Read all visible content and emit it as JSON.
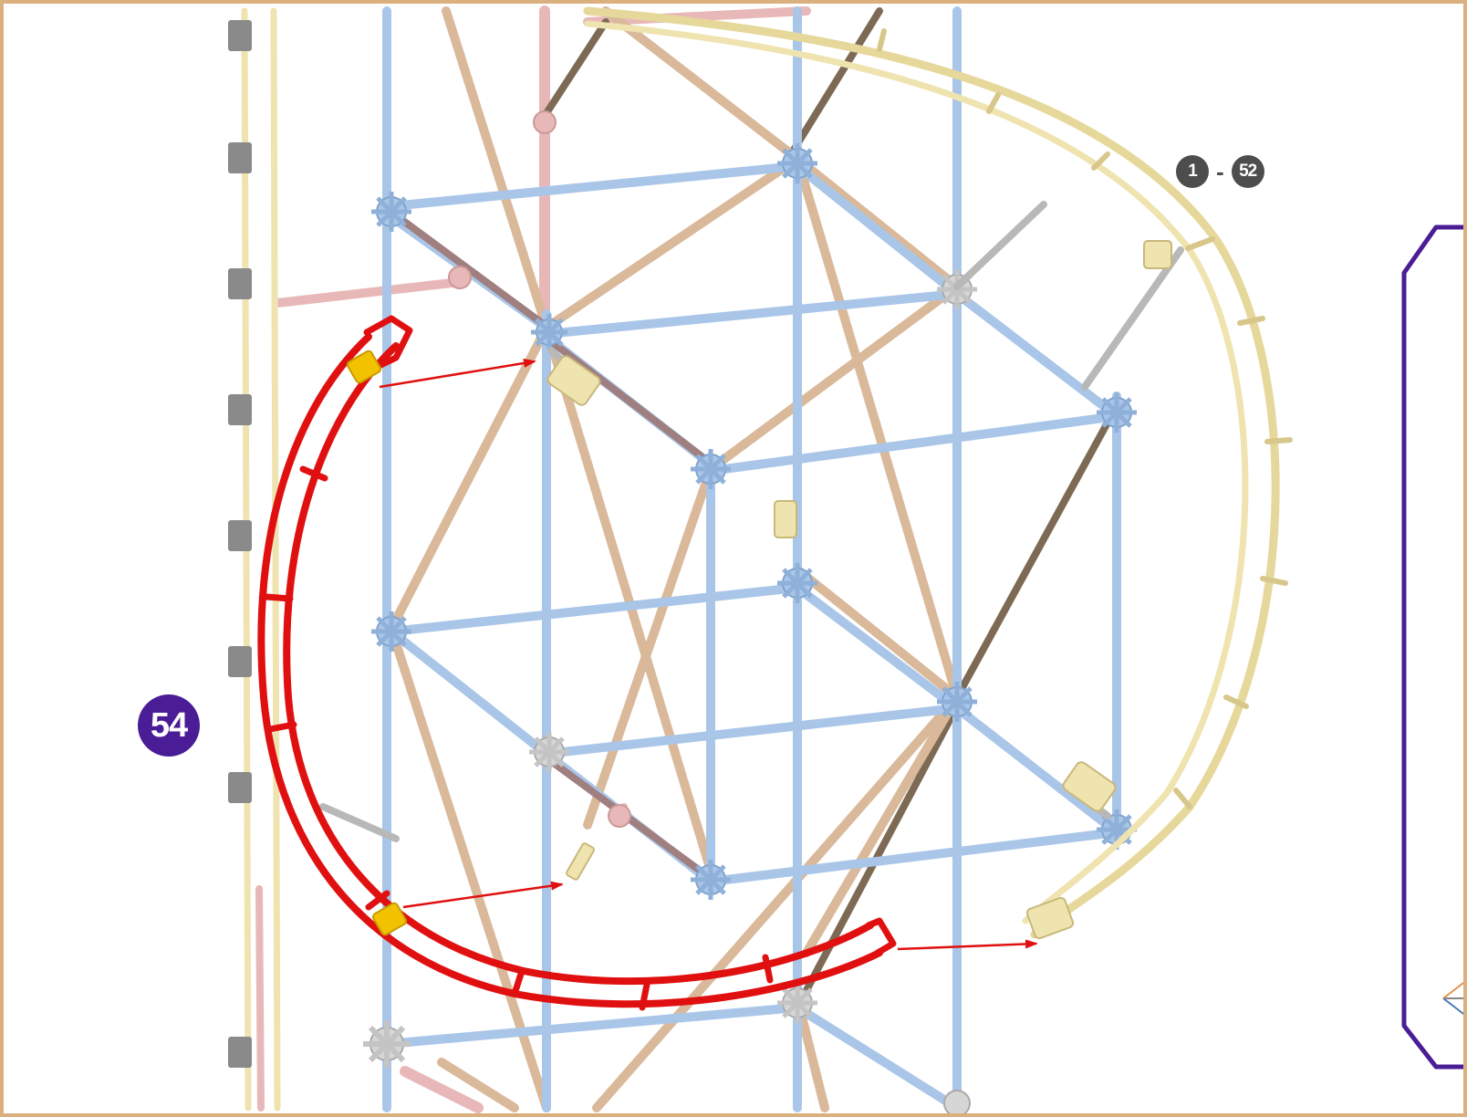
{
  "step": {
    "number": "54",
    "badge_color": "#4a1d96"
  },
  "reference_range": {
    "from": "1",
    "separator": "-",
    "to": "52",
    "badge_color": "#4d4d4d"
  },
  "colors": {
    "frame_border": "#d9b07e",
    "new_part": "#e01010",
    "arrow": "#e01010",
    "rod_blue": "#a9c6e8",
    "rod_tan": "#d9b99a",
    "rod_dark": "#7d6a55",
    "rod_pink": "#e8b8b8",
    "track_yellow": "#efe3b0",
    "callout_border": "#4a1d96"
  },
  "icons": {
    "new_track": "red-curved-track-piece",
    "connector": "snowflake-connector",
    "inset": "callout-inset-panel"
  }
}
